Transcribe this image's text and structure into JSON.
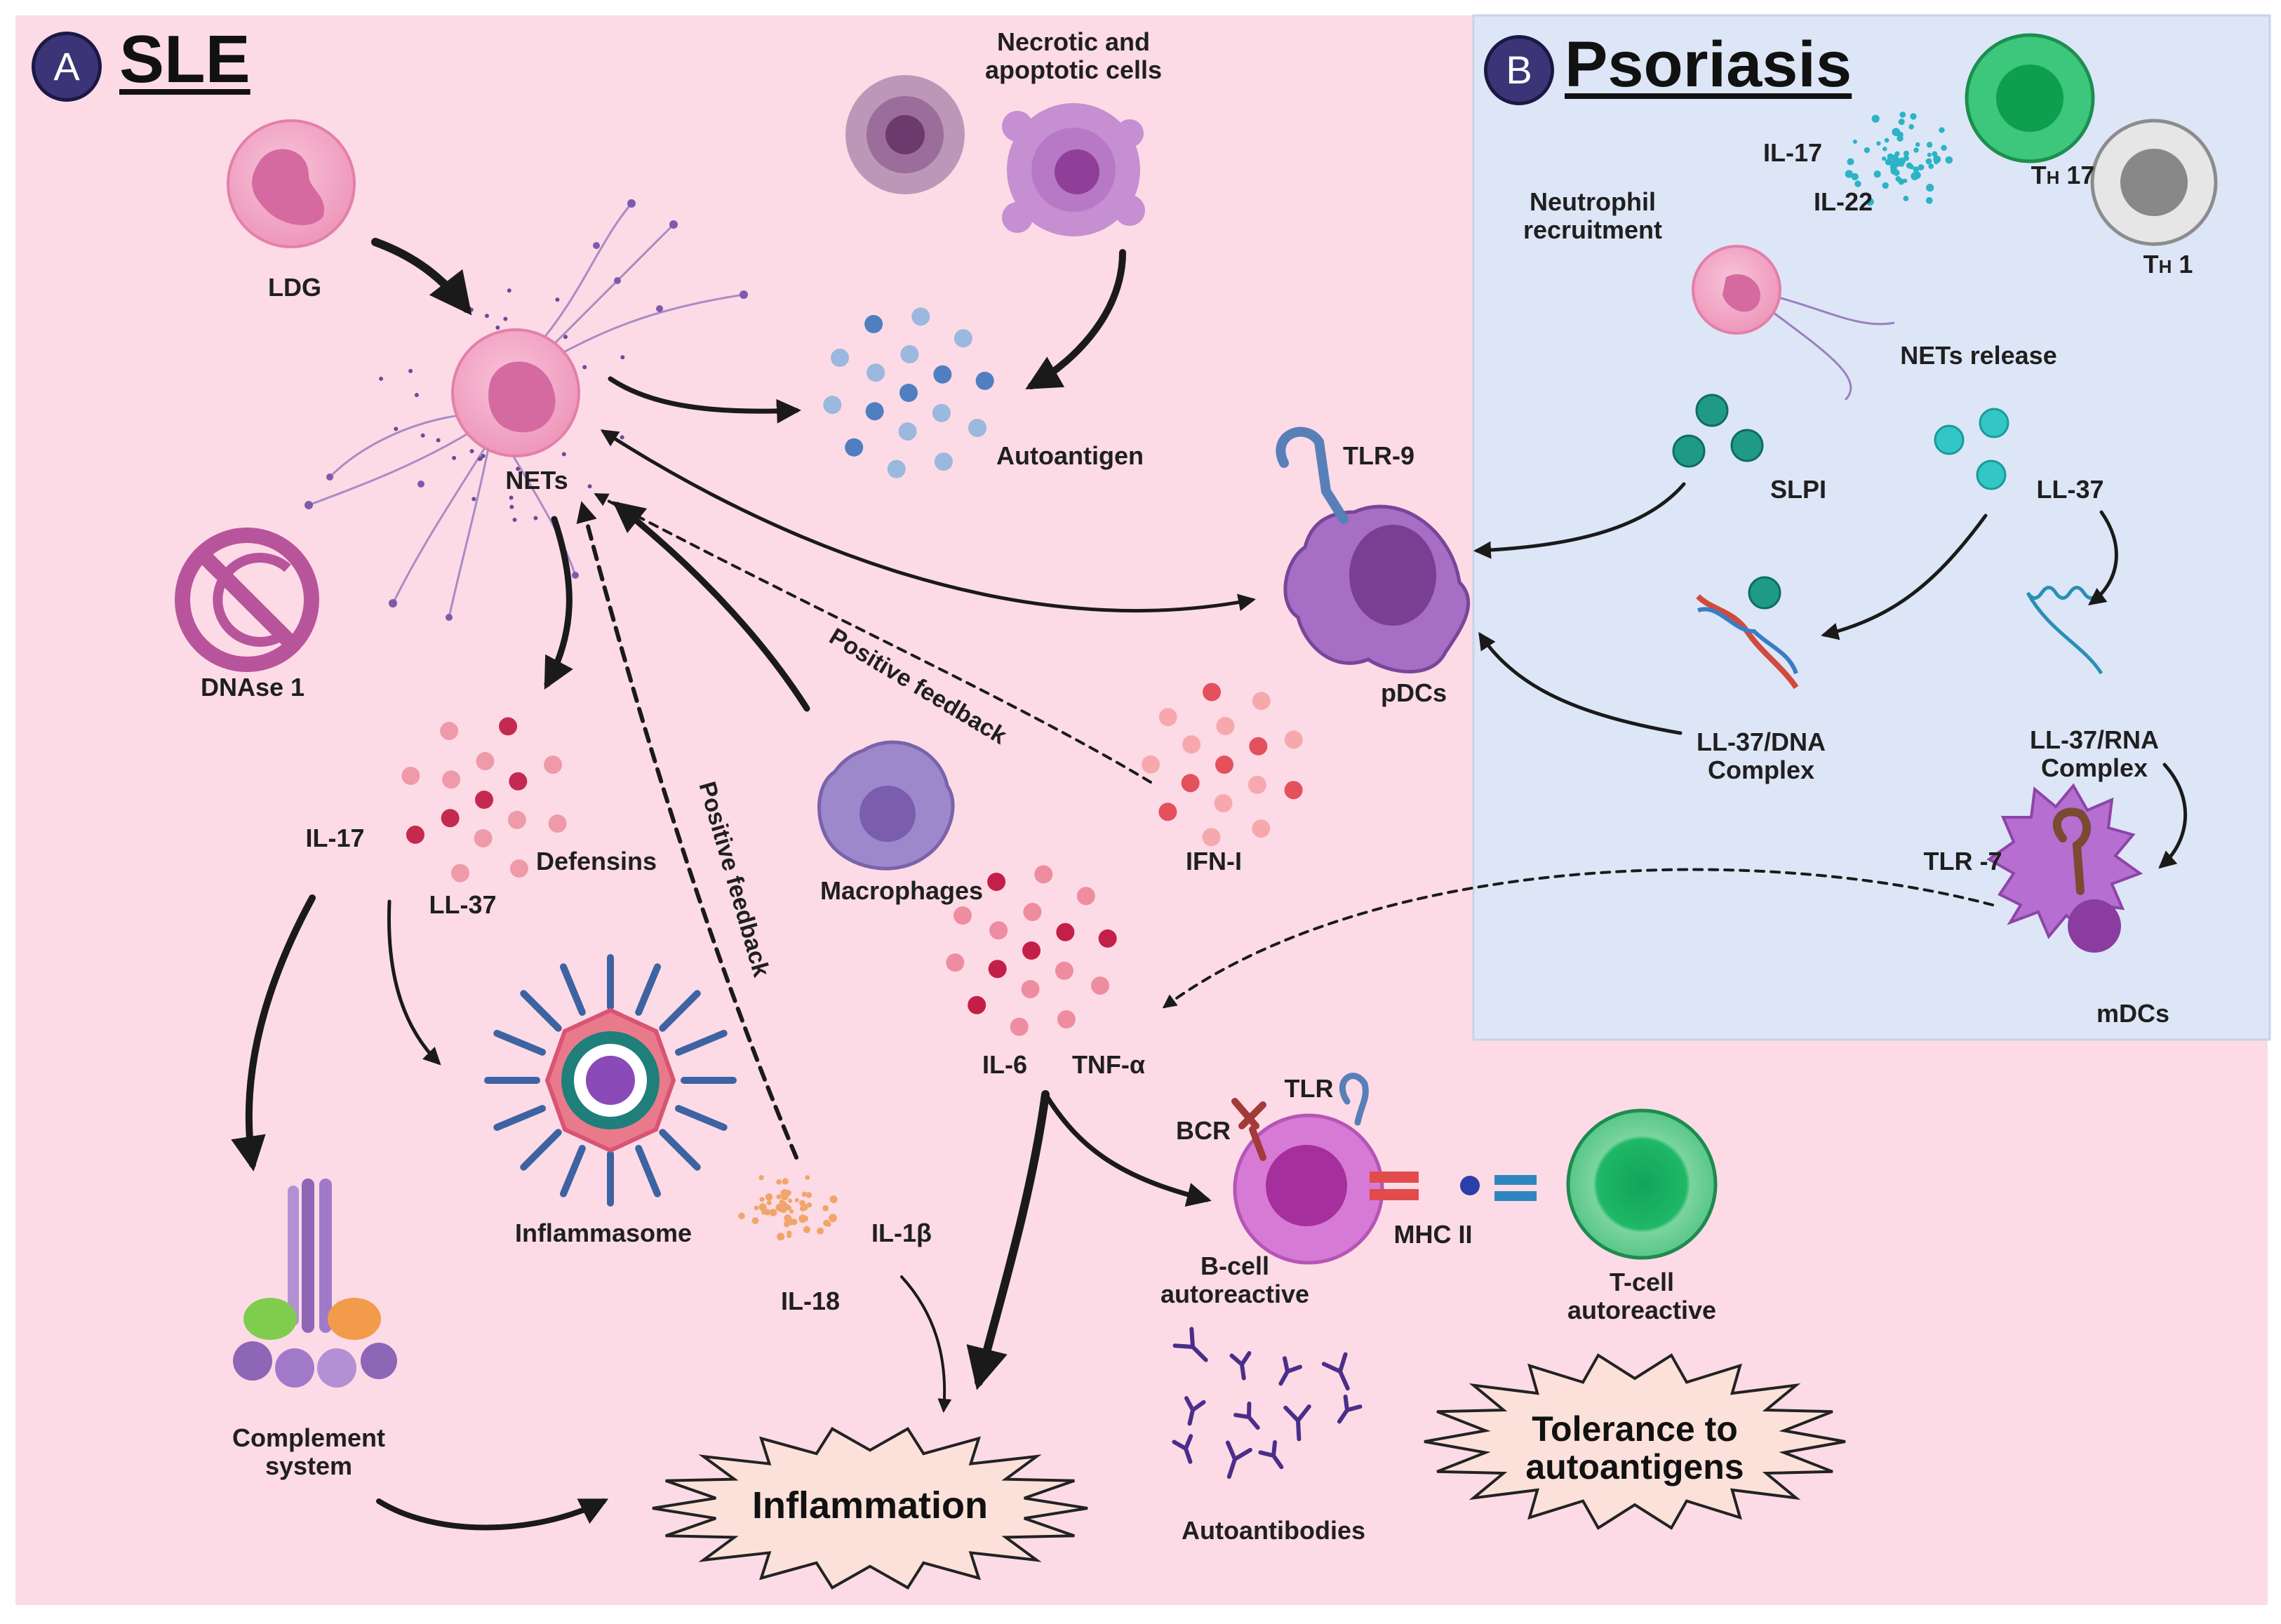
{
  "panel_a": {
    "badge": "A",
    "title": "SLE",
    "bg_color": "#fcdbe6"
  },
  "panel_b": {
    "badge": "B",
    "title": "Psoriasis",
    "bg_color": "#dde6f6"
  },
  "labels": {
    "necrotic_line1": "Necrotic and",
    "necrotic_line2": "apoptotic cells",
    "ldg": "LDG",
    "nets": "NETs",
    "autoantigen": "Autoantigen",
    "dnase": "DNAse 1",
    "tlr9": "TLR-9",
    "pdcs": "pDCs",
    "positive_feedback_1": "Positive feedback",
    "positive_feedback_2": "Positive feedback",
    "il17_a": "IL-17",
    "defensins": "Defensins",
    "ll37_a": "LL-37",
    "macrophages": "Macrophages",
    "ifn1": "IFN-I",
    "il6": "IL-6",
    "tnfa": "TNF-α",
    "inflammasome": "Inflammasome",
    "il1b": "IL-1β",
    "il18": "IL-18",
    "complement_line1": "Complement",
    "complement_line2": "system",
    "bcr": "BCR",
    "tlr": "TLR",
    "mhc2": "MHC II",
    "bcell_line1": "B-cell",
    "bcell_line2": "autoreactive",
    "tcell_line1": "T-cell",
    "tcell_line2": "autoreactive",
    "autoantibodies": "Autoantibodies",
    "inflammation": "Inflammation",
    "tolerance_line1": "Tolerance to",
    "tolerance_line2": "autoantigens",
    "il17_b": "IL-17",
    "il22": "IL-22",
    "th17_main": "T",
    "th17_sub": "H",
    "th17_num": " 17",
    "th1_main": "T",
    "th1_sub": "H",
    "th1_num": " 1",
    "neutrophil_line1": "Neutrophil",
    "neutrophil_line2": "recruitment",
    "nets_release": "NETs release",
    "slpi": "SLPI",
    "ll37_b": "LL-37",
    "ll37dna_line1": "LL-37/DNA",
    "ll37dna_line2": "Complex",
    "ll37rna_line1": "LL-37/RNA",
    "ll37rna_line2": "Complex",
    "tlr7": "TLR -7",
    "mdcs": "mDCs"
  },
  "colors": {
    "neutrophil": "#f4a9c6",
    "neutrophil_nucleus": "#d46aa0",
    "pdc": "#a66ec4",
    "mdc": "#b66ed0",
    "macrophage": "#9e88cc",
    "bcell": "#d77ad6",
    "tcell": "#52c480",
    "th17": "#3cc77c",
    "th1": "#bfbfbf",
    "slpi": "#1f9a87",
    "ll37": "#33c6c6",
    "autoantigen": "#6f9ed3",
    "defensins": "#d6506e",
    "ifn": "#ef7e84",
    "il6": "#d6506e",
    "il1b": "#f0a56a",
    "burst": "#fbe1da",
    "arrow": "#1a1a1a"
  }
}
